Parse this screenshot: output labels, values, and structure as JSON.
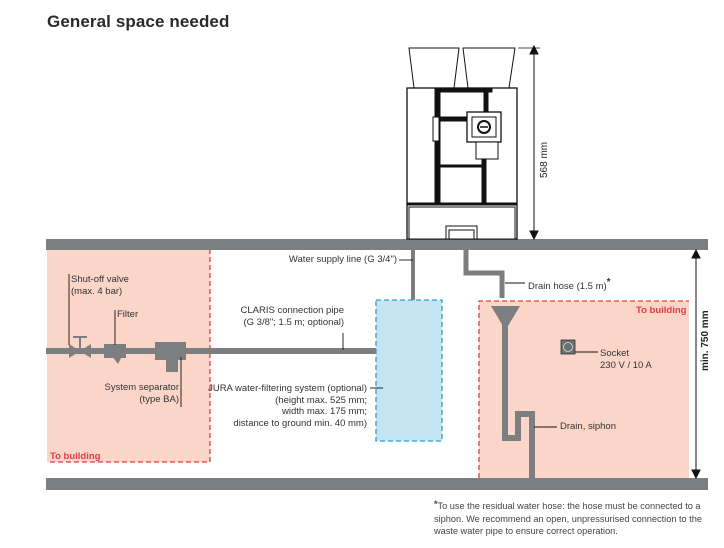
{
  "title": "General space needed",
  "colors": {
    "shelf": "#7d7e80",
    "zone_fill": "#fbd5c8",
    "zone_border": "#e03c48",
    "filter_fill": "#c5e5f5",
    "filter_border": "#2ea3c8",
    "machine_line": "#111111"
  },
  "machine": {
    "height_label": "568 mm",
    "icons": [
      "bean-hopper-icon",
      "bean-hopper-icon",
      "coffee-spout-icon",
      "drip-tray-icon"
    ]
  },
  "counter": {
    "height_label": "min. 750 mm"
  },
  "left_zone": {
    "label": "To building",
    "shutoff_valve": [
      "Shut-off valve",
      "(max. 4 bar)"
    ],
    "filter": "Filter",
    "system_separator": [
      "System separator",
      "(type BA)"
    ]
  },
  "middle": {
    "water_supply": "Water supply line (G 3/4\")",
    "claris_pipe": [
      "CLARIS connection pipe",
      "(G 3/8\"; 1.5 m; optional)"
    ],
    "filter_system": [
      "JURA water-filtering system (optional)",
      "(height max. 525 mm;",
      "width max. 175 mm;",
      "distance to ground min. 40 mm)"
    ]
  },
  "right_zone": {
    "label": "To building",
    "drain_hose": "Drain hose (1.5 m)",
    "drain_hose_mark": "*",
    "socket": [
      "Socket",
      "230 V / 10 A"
    ],
    "drain_siphon": "Drain, siphon"
  },
  "footnote": {
    "mark": "*",
    "text": "To use the residual water hose: the hose must be connected to a siphon. We recommend an open, unpressurised connection to the waste water pipe to ensure correct operation."
  }
}
